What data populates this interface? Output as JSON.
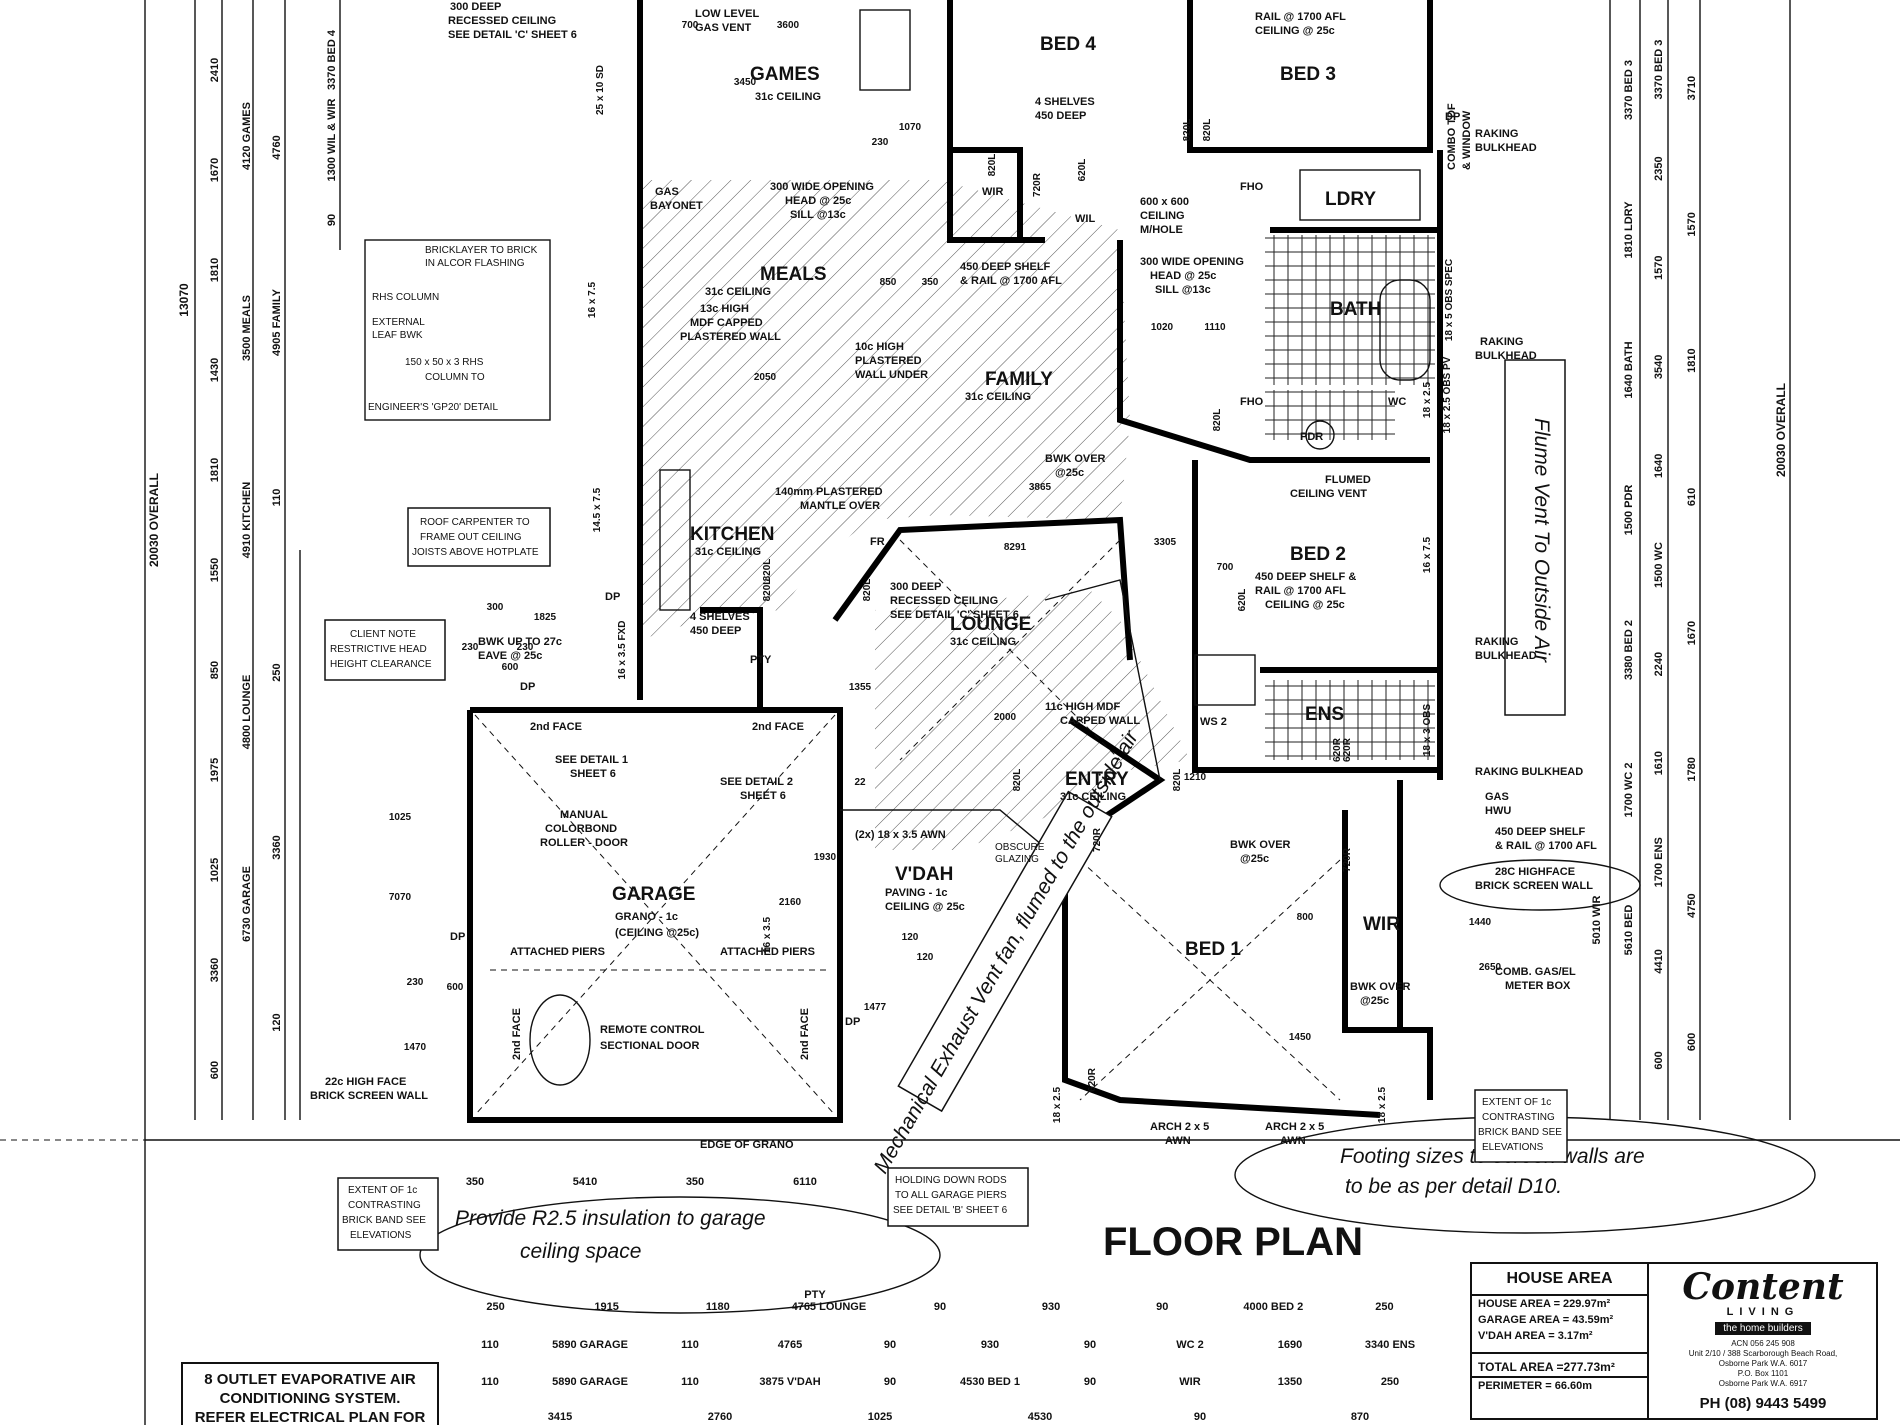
{
  "rooms": {
    "games": "GAMES",
    "meals": "MEALS",
    "family": "FAMILY",
    "kitchen": "KITCHEN",
    "lounge": "LOUNGE",
    "garage": "GARAGE",
    "vdah": "V'DAH",
    "entry": "ENTRY",
    "bed1": "BED 1",
    "bed2": "BED 2",
    "bed3": "BED 3",
    "bed4": "BED 4",
    "ldry": "LDRY",
    "bath": "BATH",
    "ens": "ENS",
    "wir_main": "WIR",
    "wir_bed4": "WIR",
    "wil": "WIL",
    "pty": "PTY",
    "pdr": "PDR",
    "wc": "WC",
    "fr": "FR",
    "ws2": "WS 2"
  },
  "ceilings": {
    "games": "31c CEILING",
    "meals": "31c CEILING",
    "family": "31c CEILING",
    "kitchen": "31c CEILING",
    "lounge": "31c CEILING",
    "entry": "31c CEILING"
  },
  "notes": {
    "recessed_top": [
      "300 DEEP",
      "RECESSED CEILING",
      "SEE DETAIL 'C' SHEET 6"
    ],
    "recessed_lounge": [
      "300 DEEP",
      "RECESSED CEILING",
      "SEE DETAIL 'C' SHEET 6"
    ],
    "low_level_vent": [
      "LOW LEVEL",
      "GAS VENT"
    ],
    "gas_bayonet": [
      "GAS",
      "BAYONET"
    ],
    "wide_opening_meals": [
      "300 WIDE OPENING",
      "HEAD @ 25c",
      "SILL @13c"
    ],
    "wide_opening_hall": [
      "300 WIDE OPENING",
      "HEAD @ 25c",
      "SILL @13c"
    ],
    "shelves_bed4": [
      "4 SHELVES",
      "450 DEEP"
    ],
    "shelf_rail_wil": [
      "450 DEEP SHELF",
      "& RAIL @ 1700 AFL"
    ],
    "shelf_rail_bed3": [
      "RAIL @ 1700 AFL",
      "CEILING @ 25c"
    ],
    "ceiling_manhole": [
      "600 x 600",
      "CEILING",
      "M/HOLE"
    ],
    "mdf_wall_meals": [
      "13c HIGH",
      "MDF CAPPED",
      "PLASTERED WALL"
    ],
    "mdf_wall_family": [
      "10c HIGH",
      "PLASTERED",
      "WALL UNDER"
    ],
    "bricklayer": [
      "BRICKLAYER TO BRICK",
      "IN ALCOR FLASHING",
      "RHS COLUMN",
      "EXTERNAL",
      "LEAF BWK",
      "150 x 50 x 3 RHS",
      "COLUMN TO",
      "ENGINEER'S 'GP20' DETAIL"
    ],
    "roof_carpenter": [
      "ROOF CARPENTER TO",
      "FRAME OUT CEILING",
      "JOISTS ABOVE HOTPLATE"
    ],
    "client_note": [
      "CLIENT NOTE",
      "RESTRICTIVE HEAD",
      "HEIGHT CLEARANCE"
    ],
    "mantle": [
      "140mm PLASTERED",
      "MANTLE OVER"
    ],
    "bwk_over_family": [
      "BWK OVER",
      "@25c"
    ],
    "bwk_up": [
      "BWK UP TO 27c",
      "EAVE @ 25c"
    ],
    "flumed_vent": [
      "FLUMED",
      "CEILING VENT"
    ],
    "shelf_rail_bed2": [
      "450 DEEP SHELF &",
      "RAIL @ 1700 AFL",
      "CEILING @ 25c"
    ],
    "shelves_kitchen": [
      "4 SHELVES",
      "450 DEEP"
    ],
    "capped_wall": [
      "11c HIGH MDF",
      "CAPPED WALL"
    ],
    "raking_bulkhead_1": [
      "RAKING",
      "BULKHEAD"
    ],
    "raking_bulkhead_2": [
      "RAKING",
      "BULKHEAD"
    ],
    "raking_bulkhead_3": [
      "RAKING",
      "BULKHEAD"
    ],
    "raking_bulkhead_4": "RAKING BULKHEAD",
    "combo_tdf": [
      "COMBO TDF",
      "& WINDOW"
    ],
    "garage_detail1": [
      "SEE DETAIL 1",
      "SHEET 6"
    ],
    "garage_detail2": [
      "SEE DETAIL 2",
      "SHEET 6"
    ],
    "garage_door": [
      "MANUAL",
      "COLORBOND",
      "ROLLER - DOOR"
    ],
    "garage_floor": [
      "GRANO - 1c",
      "(CEILING @25c)"
    ],
    "attached_piers_1": "ATTACHED PIERS",
    "attached_piers_2": "ATTACHED PIERS",
    "remote_door": [
      "REMOTE CONTROL",
      "SECTIONAL DOOR"
    ],
    "face_2nd_1": "2nd FACE",
    "face_2nd_2": "2nd FACE",
    "face_2nd_3": "2nd FACE",
    "face_2nd_4": "2nd FACE",
    "screen_wall_left": [
      "22c HIGH FACE",
      "BRICK SCREEN WALL"
    ],
    "screen_wall_right": [
      "28C HIGHFACE",
      "BRICK SCREEN WALL"
    ],
    "vdah_awn": "(2x) 18 x 3.5 AWN",
    "vdah_ceiling": [
      "PAVING - 1c",
      "CEILING @ 25c"
    ],
    "glazing": [
      "OBSCURE",
      "GLAZING"
    ],
    "bwk_over_bed1": [
      "BWK OVER",
      "@25c"
    ],
    "bwk_over_wir": [
      "BWK OVER",
      "@25c"
    ],
    "gas_hwu": [
      "GAS",
      "HWU"
    ],
    "shelf_rail_wir": [
      "450 DEEP SHELF",
      "& RAIL @ 1700 AFL"
    ],
    "meter_box": [
      "COMB. GAS/EL",
      "METER BOX"
    ],
    "edge_grano": "EDGE OF GRANO",
    "arch_1": [
      "ARCH 2 x 5",
      "AWN"
    ],
    "arch_2": [
      "ARCH 2 x 5",
      "AWN"
    ],
    "extent_left": [
      "EXTENT OF 1c",
      "CONTRASTING",
      "BRICK BAND SEE",
      "ELEVATIONS"
    ],
    "extent_right": [
      "EXTENT OF 1c",
      "CONTRASTING",
      "BRICK BAND SEE",
      "ELEVATIONS"
    ],
    "holding_rods": [
      "HOLDING DOWN RODS",
      "TO ALL GARAGE PIERS",
      "SEE DETAIL 'B' SHEET 6"
    ],
    "evap": [
      "8 OUTLET EVAPORATIVE AIR",
      "CONDITIONING SYSTEM.",
      "REFER ELECTRICAL PLAN FOR"
    ]
  },
  "handwritten": {
    "flume_vent": "Flume Vent To Outside Air",
    "exhaust_fan": "Mechanical Exhaust Vent fan, flumed to the outside air",
    "footing": [
      "Footing sizes to screen walls are",
      "to be as per detail D10."
    ],
    "insulation": [
      "Provide R2.5 insulation to garage",
      "ceiling space"
    ]
  },
  "plan_title": "FLOOR PLAN",
  "dims": {
    "left_col1": [
      "2410",
      "1670",
      "1810",
      "1430",
      "1810",
      "1550",
      "850",
      "1975",
      "1025",
      "3360",
      "600"
    ],
    "left_col2": [
      "4120 GAMES",
      "3500 MEALS",
      "4910 KITCHEN",
      "4800 LOUNGE",
      "6730 GARAGE"
    ],
    "left_col3": [
      "4760",
      "4905 FAMILY",
      "110",
      "250",
      "3360",
      "120"
    ],
    "left_col4": [
      "3370 BED 4",
      "1300 WIL & WIR",
      "90"
    ],
    "left_overall": "20030 OVERALL",
    "left_13070": "13070",
    "right_col1": [
      "3370 BED 3",
      "1810 LDRY",
      "1640 BATH",
      "1500 PDR",
      "3380 BED 2",
      "1700 WC 2",
      "5610 BED"
    ],
    "right_col2": [
      "3370 BED 3",
      "2350",
      "1570",
      "3540",
      "1640",
      "1500 WC",
      "2240",
      "1610",
      "1700 ENS",
      "4410",
      "600"
    ],
    "right_col3": [
      "3710",
      "1570",
      "1810",
      "610",
      "1670",
      "1780",
      "4750",
      "600"
    ],
    "right_overall": "20030 OVERALL",
    "right_5010": "5010 WIR",
    "bottom_row1": [
      "250",
      "1915",
      "1180",
      "4765 LOUNGE",
      "90",
      "930",
      "90",
      "4000 BED 2",
      "250"
    ],
    "bottom_row1_pty": "PTY",
    "bottom_row2": [
      "110",
      "5890 GARAGE",
      "110",
      "4765",
      "90",
      "930",
      "90",
      "WC 2",
      "1690",
      "3340 ENS"
    ],
    "bottom_row3": [
      "110",
      "5890 GARAGE",
      "110",
      "3875 V'DAH",
      "90",
      "4530 BED 1",
      "90",
      "WIR",
      "1350",
      "250"
    ],
    "bottom_row4": [
      "3415",
      "2760",
      "1025",
      "4530",
      "90",
      "870"
    ],
    "garage_width": [
      "350",
      "5410",
      "350",
      "6110"
    ],
    "inner": [
      "700",
      "3600",
      "3450",
      "1070",
      "230",
      "850",
      "350",
      "2050",
      "1020",
      "1110",
      "3865",
      "8291",
      "1825",
      "300",
      "230",
      "230",
      "600",
      "700",
      "3305",
      "1355",
      "22",
      "1930",
      "2160",
      "230",
      "1470",
      "2000",
      "7070",
      "1025",
      "600",
      "1210",
      "1440",
      "2650",
      "800",
      "1450",
      "1477",
      "120",
      "120"
    ],
    "wall_refs": [
      "820L",
      "820L",
      "820L",
      "620L",
      "620L",
      "820L",
      "820L",
      "720R",
      "820L",
      "720R",
      "620R",
      "620R",
      "820L",
      "820L",
      "820L",
      "720R",
      "620R"
    ],
    "openings": [
      "16 x 7.5",
      "14.5 x 7.5",
      "16 x 7.5",
      "18 x 2.5",
      "18 x 3 OBS",
      "18 x 2.5",
      "18 x 2.5",
      "16 x 3.5",
      "25 x 10 SD",
      "18 x 5 OBS SPEC",
      "18 x 2.5 OBS PV",
      "16 x 3.5 FXD"
    ]
  },
  "legend": {
    "title": "HOUSE AREA",
    "house_area": "HOUSE AREA = 229.97m²",
    "garage_area": "GARAGE AREA = 43.59m²",
    "vdah_area": "V'DAH AREA = 3.17m²",
    "total": "TOTAL AREA =277.73m²",
    "perimeter": "PERIMETER = 66.60m",
    "brand": "Content",
    "brand_sub": "LIVING",
    "brand_tag": "the home builders",
    "addr": [
      "ACN 056 245 908",
      "Unit 2/10 / 388 Scarborough Beach Road,",
      "Osborne Park W.A. 6017",
      "P.O. Box 1101",
      "Osborne Park W.A. 6917"
    ],
    "phone": "PH (08) 9443 5499"
  },
  "misc": {
    "dp_marks": [
      "DP",
      "DP",
      "DP",
      "DP",
      "DP"
    ],
    "fho": [
      "FHO",
      "FHO"
    ]
  }
}
